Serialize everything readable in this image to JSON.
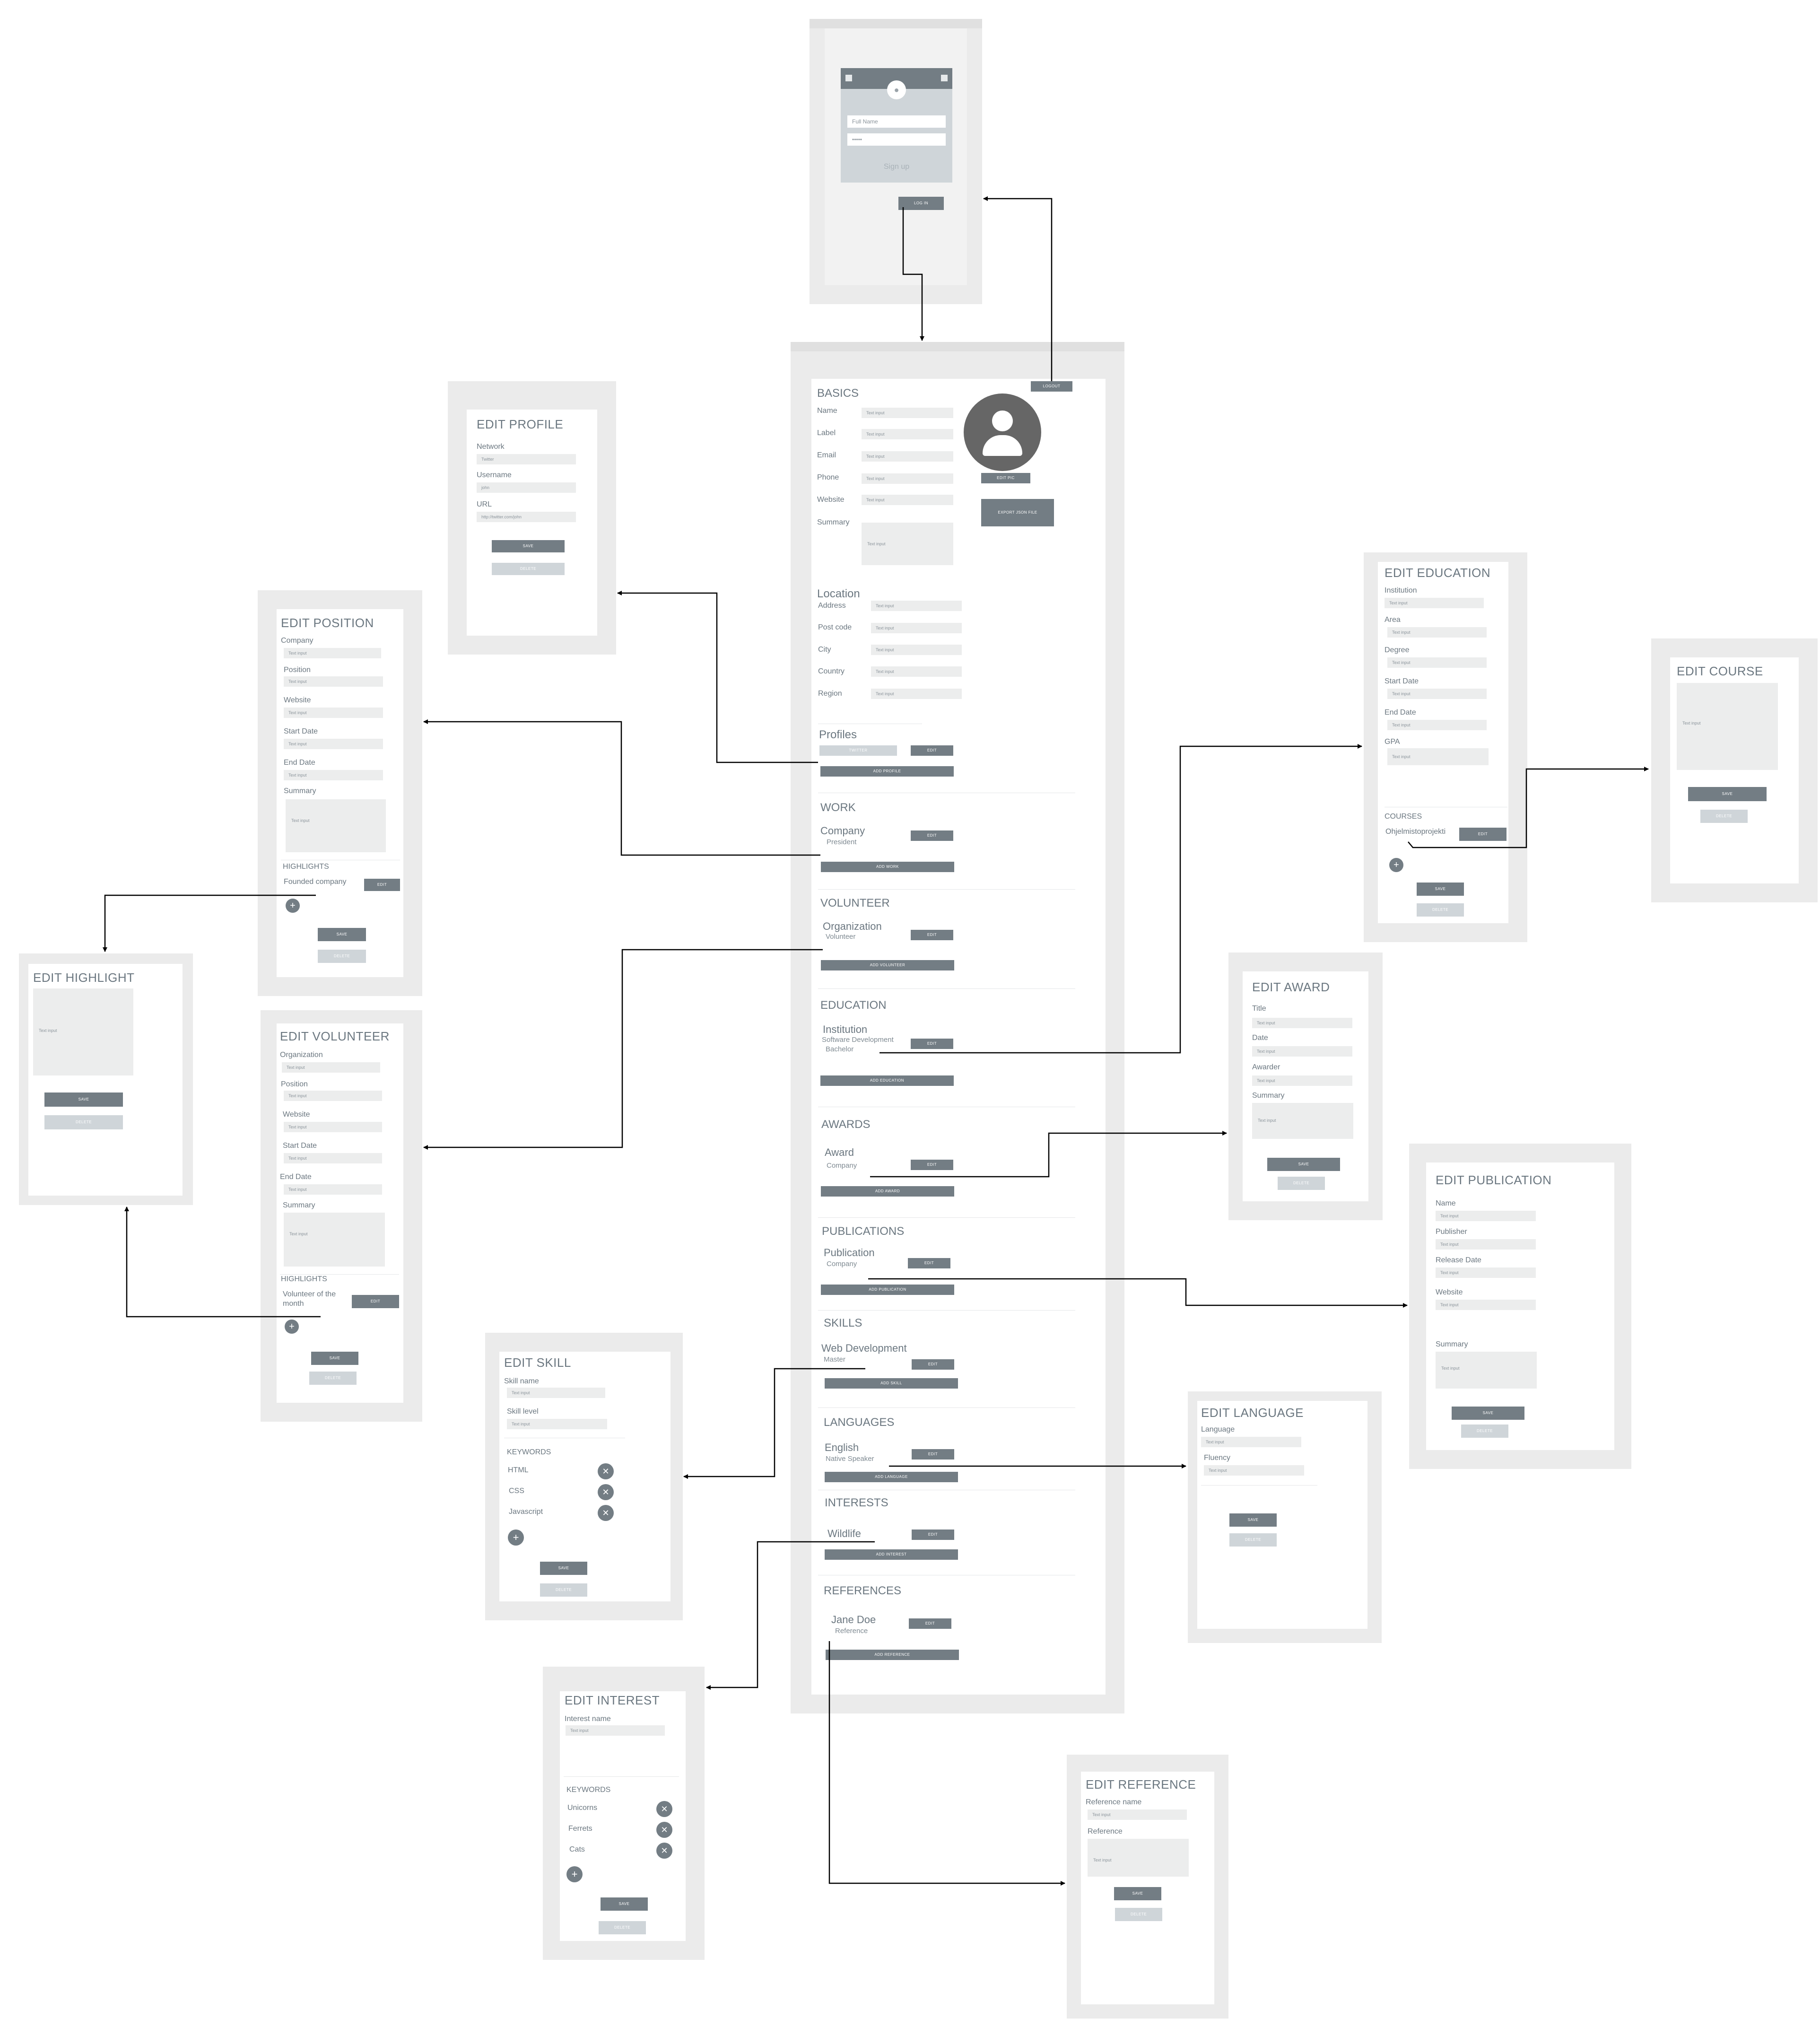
{
  "colors": {
    "frame": "#ebebeb",
    "button": "#737d84",
    "button_light": "#cfd5d9",
    "input": "#eceded",
    "text": "#6b7780",
    "connector": "#000000"
  },
  "placeholder": "Text input",
  "login": {
    "full_name": "Full Name",
    "password": "•••••",
    "signup": "Sign up",
    "login_btn": "LOG IN"
  },
  "main": {
    "logout": "LOGOUT",
    "edit_pic": "EDIT PIC",
    "export_json": "EXPORT JSON FILE",
    "basics": {
      "title": "BASICS",
      "fields": [
        "Name",
        "Label",
        "Email",
        "Phone",
        "Website",
        "Summary"
      ]
    },
    "location": {
      "title": "Location",
      "fields": [
        "Address",
        "Post code",
        "City",
        "Country",
        "Region"
      ]
    },
    "profiles": {
      "title": "Profiles",
      "item": "TWITTER",
      "edit": "EDIT",
      "add": "ADD PROFILE"
    },
    "work": {
      "title": "WORK",
      "item": "Company",
      "sub": "President",
      "edit": "EDIT",
      "add": "ADD WORK"
    },
    "volunteer": {
      "title": "VOLUNTEER",
      "item": "Organization",
      "sub": "Volunteer",
      "edit": "EDIT",
      "add": "ADD VOLUNTEER"
    },
    "education": {
      "title": "EDUCATION",
      "item": "Institution",
      "sub": "Software Development",
      "sub2": "Bachelor",
      "edit": "EDIT",
      "add": "ADD EDUCATION"
    },
    "awards": {
      "title": "AWARDS",
      "item": "Award",
      "sub": "Company",
      "edit": "EDIT",
      "add": "ADD AWARD"
    },
    "publications": {
      "title": "PUBLICATIONS",
      "item": "Publication",
      "sub": "Company",
      "edit": "EDIT",
      "add": "ADD PUBLICATION"
    },
    "skills": {
      "title": "SKILLS",
      "item": "Web Development",
      "sub": "Master",
      "edit": "EDIT",
      "add": "ADD SKILL"
    },
    "languages": {
      "title": "LANGUAGES",
      "item": "English",
      "sub": "Native Speaker",
      "edit": "EDIT",
      "add": "ADD LANGUAGE"
    },
    "interests": {
      "title": "INTERESTS",
      "item": "Wildlife",
      "edit": "EDIT",
      "add": "ADD INTEREST"
    },
    "references": {
      "title": "REFERENCES",
      "item": "Jane Doe",
      "sub": "Reference",
      "edit": "EDIT",
      "add": "ADD REFERENCE"
    }
  },
  "common": {
    "save": "SAVE",
    "delete": "DELETE",
    "edit": "EDIT",
    "highlights": "HIGHLIGHTS",
    "keywords": "KEYWORDS",
    "courses": "COURSES"
  },
  "edit_profile": {
    "title": "EDIT PROFILE",
    "labels": [
      "Network",
      "Username",
      "URL"
    ],
    "values": [
      "Twitter",
      "john",
      "http://twitter.com/john"
    ]
  },
  "edit_position": {
    "title": "EDIT POSITION",
    "labels": [
      "Company",
      "Position",
      "Website",
      "Start Date",
      "End Date",
      "Summary"
    ],
    "highlight": "Founded company"
  },
  "edit_highlight": {
    "title": "EDIT HIGHLIGHT"
  },
  "edit_volunteer": {
    "title": "EDIT VOLUNTEER",
    "labels": [
      "Organization",
      "Position",
      "Website",
      "Start Date",
      "End Date",
      "Summary"
    ],
    "highlight_1": "Volunteer of the",
    "highlight_2": "month"
  },
  "edit_skill": {
    "title": "EDIT SKILL",
    "labels": [
      "Skill name",
      "Skill level"
    ],
    "keywords": [
      "HTML",
      "CSS",
      "Javascript"
    ]
  },
  "edit_interest": {
    "title": "EDIT INTEREST",
    "labels": [
      "Interest name"
    ],
    "keywords": [
      "Unicorns",
      "Ferrets",
      "Cats"
    ]
  },
  "edit_education": {
    "title": "EDIT EDUCATION",
    "labels": [
      "Institution",
      "Area",
      "Degree",
      "Start Date",
      "End Date",
      "GPA"
    ],
    "course": "Ohjelmistoprojekti"
  },
  "edit_course": {
    "title": "EDIT COURSE"
  },
  "edit_award": {
    "title": "EDIT AWARD",
    "labels": [
      "Title",
      "Date",
      "Awarder",
      "Summary"
    ]
  },
  "edit_publication": {
    "title": "EDIT PUBLICATION",
    "labels": [
      "Name",
      "Publisher",
      "Release Date",
      "Website",
      "Summary"
    ]
  },
  "edit_language": {
    "title": "EDIT LANGUAGE",
    "labels": [
      "Language",
      "Fluency"
    ]
  },
  "edit_reference": {
    "title": "EDIT REFERENCE",
    "labels": [
      "Reference name",
      "Reference"
    ]
  }
}
